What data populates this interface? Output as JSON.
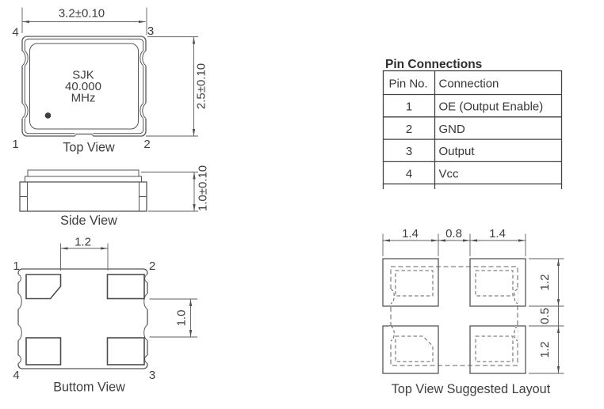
{
  "top_view": {
    "caption": "Top View",
    "width_dim": "3.2±0.10",
    "height_dim": "2.5±0.10",
    "marking_line1": "SJK",
    "marking_line2": "40.000",
    "marking_line3": "MHz",
    "pin_top_left": "4",
    "pin_top_right": "3",
    "pin_bottom_left": "1",
    "pin_bottom_right": "2"
  },
  "side_view": {
    "caption": "Side View",
    "height_dim": "1.0±0.10"
  },
  "bottom_view": {
    "caption": "Buttom View",
    "pad_spacing_dim": "1.2",
    "pad_gap_dim": "1.0",
    "pin_top_left": "1",
    "pin_top_right": "2",
    "pin_bottom_left": "4",
    "pin_bottom_right": "3"
  },
  "layout_view": {
    "caption": "Top View Suggested Layout",
    "dim_pad_width_left": "1.4",
    "dim_pad_gap": "0.8",
    "dim_pad_width_right": "1.4",
    "dim_pad_height_top": "1.2",
    "dim_row_gap": "0.5",
    "dim_pad_height_bottom": "1.2"
  },
  "pin_table": {
    "title": "Pin Connections",
    "header_pin": "Pin No.",
    "header_connection": "Connection",
    "rows": [
      {
        "pin": "1",
        "connection": "OE (Output Enable)"
      },
      {
        "pin": "2",
        "connection": "GND"
      },
      {
        "pin": "3",
        "connection": "Output"
      },
      {
        "pin": "4",
        "connection": "Vcc"
      }
    ]
  },
  "colors": {
    "line": "#54565a",
    "text": "#3e3e40",
    "background": "#ffffff"
  }
}
